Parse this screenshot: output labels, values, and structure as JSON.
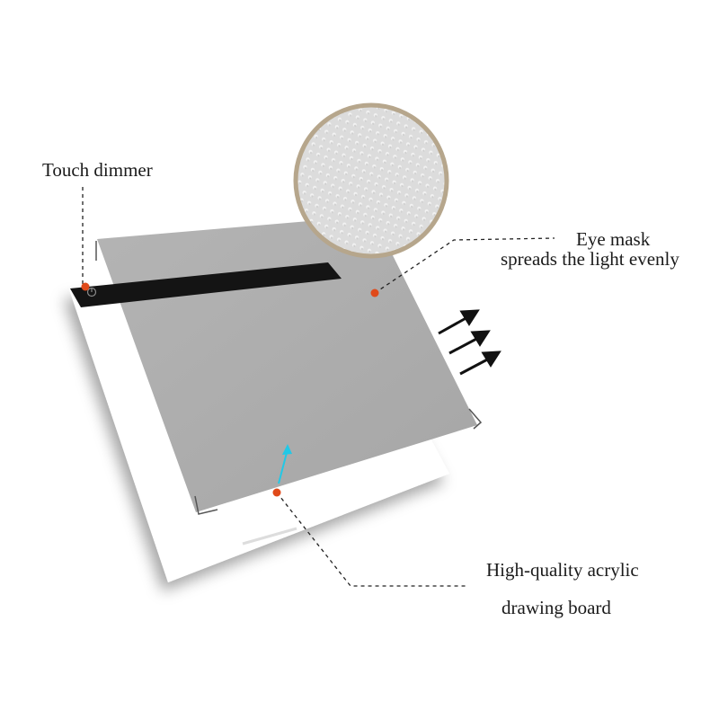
{
  "labels": {
    "touch_dimmer": "Touch dimmer",
    "eye_mask_line1": "Eye mask",
    "eye_mask_line2": "spreads the light evenly",
    "acrylic_line1": "High-quality acrylic",
    "acrylic_line2": "drawing board"
  },
  "colors": {
    "marker": "#e04a1a",
    "highlight_arrow": "#22c8e6",
    "board_frame": "#ffffff",
    "panel": "#aaaaaa",
    "dimmer_strip": "#141414",
    "texture_ring": "#b6a68c"
  },
  "icons": [
    "power-icon",
    "arrow-icon"
  ]
}
